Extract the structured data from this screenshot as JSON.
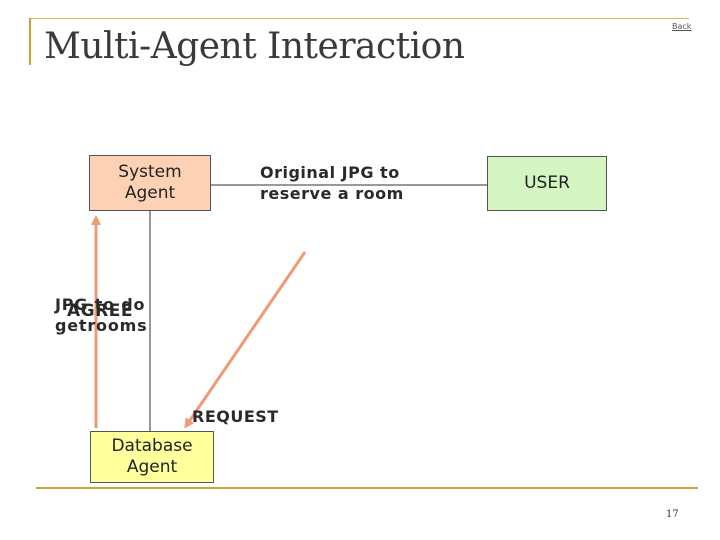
{
  "slide": {
    "title": "Multi-Agent Interaction",
    "back_link": "Back",
    "page_number": "17"
  },
  "nodes": {
    "system_agent": "System\nAgent",
    "user": "USER",
    "database_agent": "Database\nAgent"
  },
  "messages": {
    "original_jpg": "Original JPG to\nreserve a room",
    "jpg_to_do": "JPG to do\ngetrooms",
    "agree": "AGREE",
    "request": "REQUEST"
  },
  "colors": {
    "system_agent_fill": "#fdd2b4",
    "user_fill": "#d5f5c3",
    "database_agent_fill": "#ffff9c",
    "arrow": "#f09a74",
    "frame_accent": "#c9a437"
  }
}
